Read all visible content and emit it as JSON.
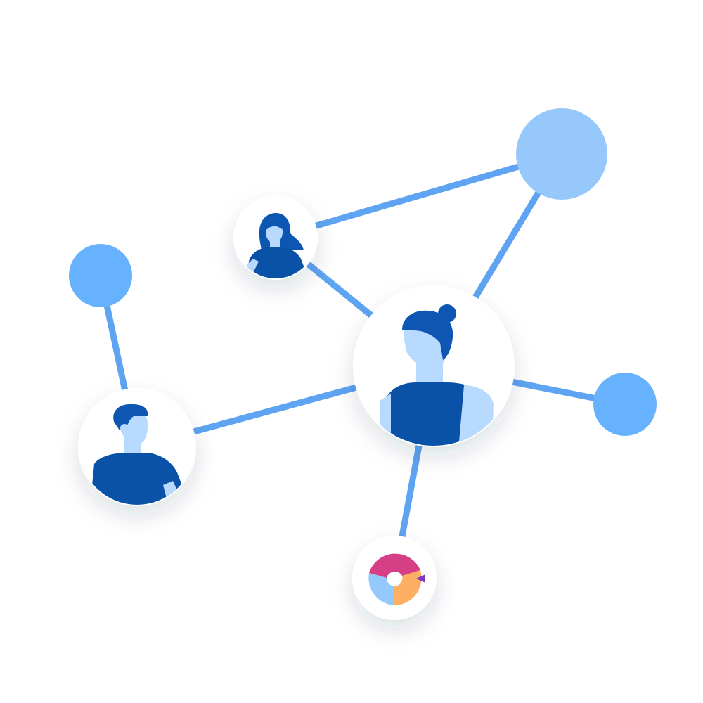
{
  "colors": {
    "background": "#ffffff",
    "edge": "#5ea4f2",
    "node_plain": "#66b2ff",
    "node_light": "#96c8fb",
    "badge_bg": "#ffffff",
    "figure_dark": "#0a52a8",
    "figure_hair": "#0d57b3",
    "figure_skin": "#b9daff",
    "figure_skin_shadow": "#8fc1f5",
    "chart_pink": "#d63f86",
    "chart_orange": "#fdaf63",
    "chart_blue": "#94c9fb",
    "chart_purple": "#7e3bc2"
  },
  "icons": [
    "woman-avatar-icon",
    "man-avatar-icon",
    "woman-bun-avatar-icon",
    "donut-chart-icon"
  ],
  "nodes": [
    {
      "id": "center-hub",
      "kind": "avatar",
      "icon": "woman-bun-avatar-icon"
    },
    {
      "id": "woman-top",
      "kind": "avatar",
      "icon": "woman-avatar-icon"
    },
    {
      "id": "man-left",
      "kind": "avatar",
      "icon": "man-avatar-icon"
    },
    {
      "id": "donut-bottom",
      "kind": "badge",
      "icon": "donut-chart-icon"
    },
    {
      "id": "plain-top-right",
      "kind": "plain"
    },
    {
      "id": "plain-left",
      "kind": "plain"
    },
    {
      "id": "plain-right",
      "kind": "plain"
    }
  ],
  "edges": [
    [
      "woman-top",
      "plain-top-right"
    ],
    [
      "woman-top",
      "center-hub"
    ],
    [
      "plain-top-right",
      "center-hub"
    ],
    [
      "center-hub",
      "plain-right"
    ],
    [
      "center-hub",
      "man-left"
    ],
    [
      "center-hub",
      "donut-bottom"
    ],
    [
      "plain-left",
      "man-left"
    ]
  ]
}
